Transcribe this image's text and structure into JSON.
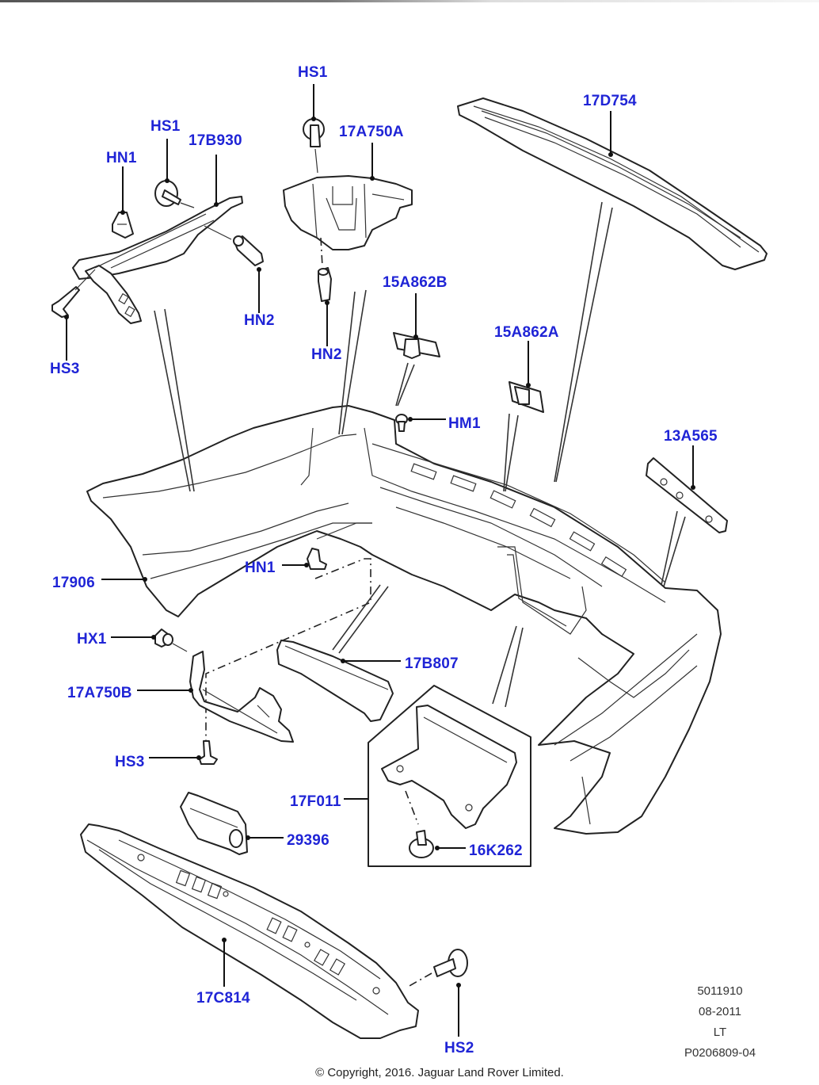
{
  "diagram": {
    "title": "Rear bumper assembly exploded parts diagram",
    "label_color": "#1f24d6",
    "callouts": [
      {
        "id": "HS1_top",
        "text": "HS1"
      },
      {
        "id": "HS1_left",
        "text": "HS1"
      },
      {
        "id": "17B930",
        "text": "17B930"
      },
      {
        "id": "HN1_top",
        "text": "HN1"
      },
      {
        "id": "17A750A",
        "text": "17A750A"
      },
      {
        "id": "17D754",
        "text": "17D754"
      },
      {
        "id": "HN2_left",
        "text": "HN2"
      },
      {
        "id": "HN2_mid",
        "text": "HN2"
      },
      {
        "id": "HS3_top",
        "text": "HS3"
      },
      {
        "id": "15A862B",
        "text": "15A862B"
      },
      {
        "id": "15A862A",
        "text": "15A862A"
      },
      {
        "id": "HM1",
        "text": "HM1"
      },
      {
        "id": "13A565",
        "text": "13A565"
      },
      {
        "id": "17906",
        "text": "17906"
      },
      {
        "id": "HN1_mid",
        "text": "HN1"
      },
      {
        "id": "HX1",
        "text": "HX1"
      },
      {
        "id": "17B807",
        "text": "17B807"
      },
      {
        "id": "17A750B",
        "text": "17A750B"
      },
      {
        "id": "HS3_bottom",
        "text": "HS3"
      },
      {
        "id": "17F011",
        "text": "17F011"
      },
      {
        "id": "29396",
        "text": "29396"
      },
      {
        "id": "16K262",
        "text": "16K262"
      },
      {
        "id": "17C814",
        "text": "17C814"
      },
      {
        "id": "HS2",
        "text": "HS2"
      }
    ],
    "metadata": {
      "line1": "5011910",
      "line2": "08-2011",
      "line3": "LT",
      "line4": "P0206809-04"
    },
    "copyright": "© Copyright, 2016. Jaguar Land Rover Limited."
  }
}
